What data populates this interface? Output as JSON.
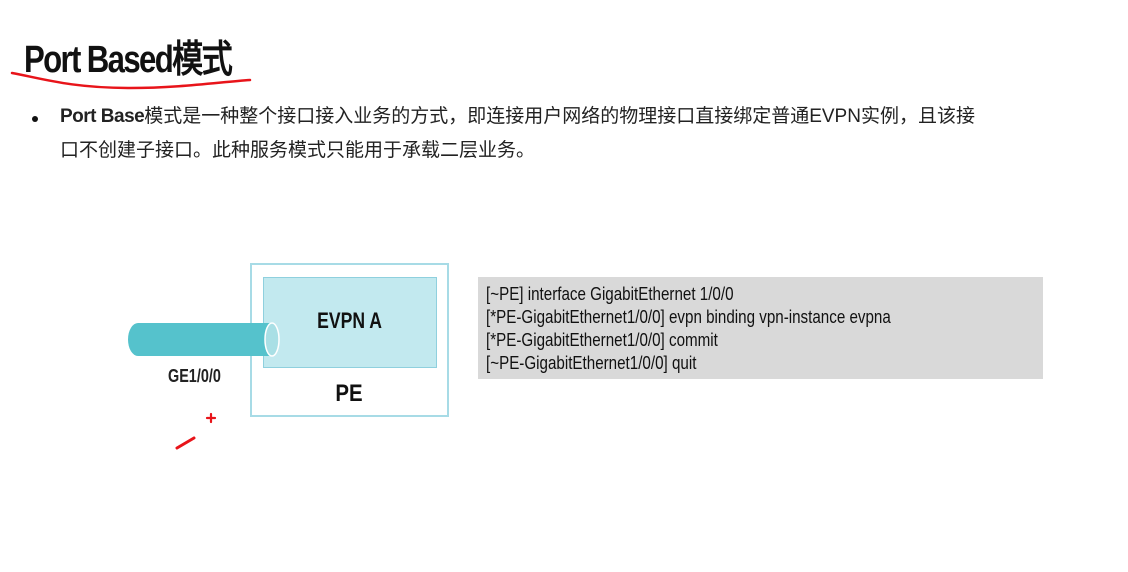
{
  "slide": {
    "title": "Port Based模式",
    "bullet": {
      "latin_lead": "Port Base",
      "line1_rest": "模式是一种整个接口接入业务的方式，即连接用户网络的物理接口直接绑定普通EVPN实例，且该接",
      "line2": "口不创建子接口。此种服务模式只能用于承载二层业务。"
    },
    "diagram": {
      "device_label": "PE",
      "instance_label": "EVPN A",
      "port_label": "GE1/0/0",
      "colors": {
        "cable": "#55c2cc",
        "cable_end": "#a9dfe5",
        "instance_fill": "#c2e9ef",
        "device_border": "#a7dbe6"
      }
    },
    "commands": [
      "[~PE] interface GigabitEthernet 1/0/0",
      "[*PE-GigabitEthernet1/0/0] evpn binding vpn-instance evpna",
      "[*PE-GigabitEthernet1/0/0] commit",
      "[~PE-GigabitEthernet1/0/0] quit"
    ],
    "annotations": {
      "pen_color": "#e8141a",
      "marks": [
        "underline-under-title",
        "plus-sign",
        "minus-stroke"
      ]
    }
  }
}
